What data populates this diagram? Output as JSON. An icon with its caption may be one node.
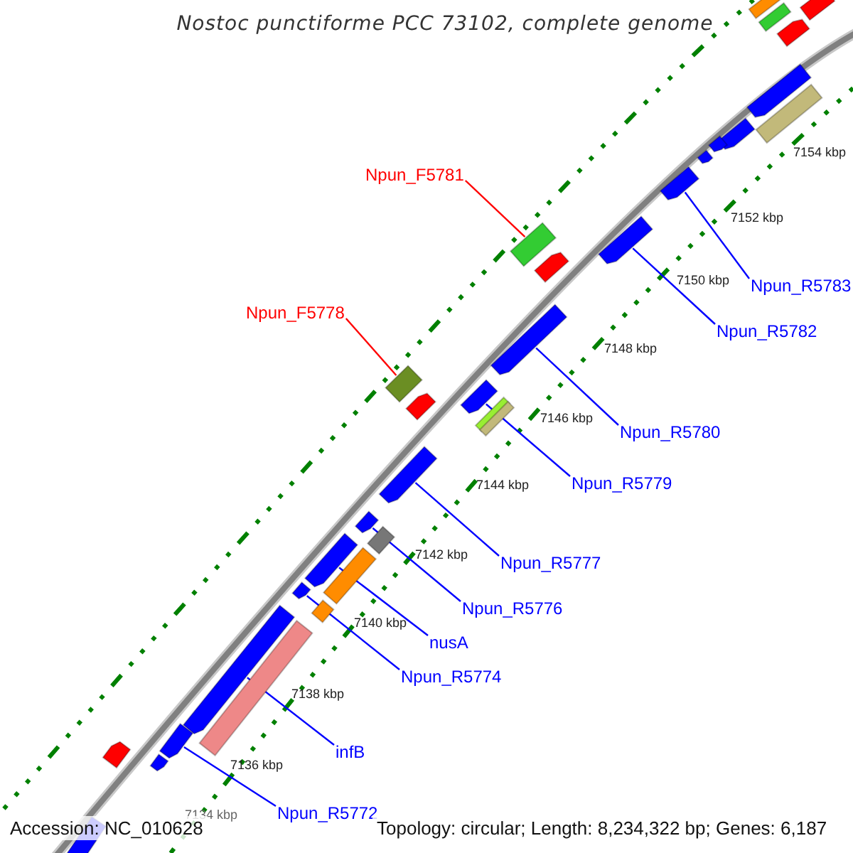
{
  "diagram": {
    "title": "Nostoc punctiforme PCC 73102, complete genome",
    "nodes": [
      {
        "text": [
          "Npun_F5781"
        ]
      },
      {
        "text": [
          "Npun_R5783"
        ]
      },
      {
        "text": [
          "Npun_F5778"
        ]
      },
      {
        "text": [
          "Npun_R5782"
        ]
      },
      {
        "text": [
          "Npun_R5780"
        ]
      },
      {
        "text": [
          "Npun_R5779"
        ]
      },
      {
        "text": [
          "Npun_R5777"
        ]
      },
      {
        "text": [
          "Npun_R5776"
        ]
      },
      {
        "text": [
          "nusA"
        ]
      },
      {
        "text": [
          "Npun_R5774"
        ]
      },
      {
        "text": [
          "infB"
        ]
      },
      {
        "text": [
          "Npun_R5772"
        ]
      },
      {
        "text": [],
        "shape": "bar"
      },
      {
        "text": [],
        "shape": "arrow"
      },
      {
        "text": [],
        "shape": "bar"
      },
      {
        "text": [],
        "shape": "arrow"
      },
      {
        "text": [],
        "shape": "arrow"
      },
      {
        "text": [],
        "shape": "arrow"
      },
      {
        "text": [],
        "shape": "arrow"
      },
      {
        "text": [],
        "shape": "arrow"
      },
      {
        "text": [],
        "shape": "arrow"
      },
      {
        "text": [],
        "shape": "arrow"
      },
      {
        "text": [],
        "shape": "arrow"
      },
      {
        "text": [],
        "shape": "arrow"
      },
      {
        "text": [],
        "shape": "bar"
      },
      {
        "text": [],
        "shape": "bar"
      },
      {
        "text": [],
        "shape": "arrow"
      },
      {
        "text": [],
        "shape": "arrow"
      },
      {
        "text": [],
        "shape": "arrow"
      },
      {
        "text": [],
        "shape": "bar"
      },
      {
        "text": [],
        "shape": "arrow"
      },
      {
        "text": [],
        "shape": "arrow"
      },
      {
        "text": [],
        "shape": "arrow"
      },
      {
        "text": [],
        "shape": "arrow"
      },
      {
        "text": [],
        "shape": "arrow"
      },
      {
        "text": [],
        "shape": "bar"
      },
      {
        "text": [],
        "shape": "bar"
      },
      {
        "text": [],
        "shape": "bar"
      },
      {
        "text": [],
        "shape": "bar"
      },
      {
        "text": [],
        "shape": "bar"
      },
      {
        "text": [],
        "shape": "arrow"
      },
      {
        "text": [],
        "shape": "arrow"
      },
      {
        "text": [],
        "shape": "arrow"
      }
    ],
    "edges": [
      {
        "from": 0,
        "to": 12,
        "arrow": "none",
        "color": "#ff0000"
      },
      {
        "from": 1,
        "to": 13,
        "arrow": "none"
      },
      {
        "from": 2,
        "to": 14,
        "arrow": "none",
        "color": "#ff0000"
      },
      {
        "from": 3,
        "to": 15,
        "arrow": "none"
      },
      {
        "from": 4,
        "to": 16,
        "arrow": "none"
      },
      {
        "from": 5,
        "to": 17,
        "arrow": "none"
      },
      {
        "from": 6,
        "to": 18,
        "arrow": "none"
      },
      {
        "from": 7,
        "to": 19,
        "arrow": "none"
      },
      {
        "from": 8,
        "to": 20,
        "arrow": "none"
      },
      {
        "from": 9,
        "to": 21,
        "arrow": "none"
      },
      {
        "from": 10,
        "to": 22,
        "arrow": "none"
      },
      {
        "from": 11,
        "to": 23,
        "arrow": "none"
      }
    ],
    "labels": [
      "7154 kbp",
      "7152 kbp",
      "7150 kbp",
      "7148 kbp",
      "7146 kbp",
      "7144 kbp",
      "7142 kbp",
      "7140 kbp",
      "7138 kbp",
      "7136 kbp",
      "7134 kbp",
      "Accession: NC_010628",
      "Topology: circular; Length: 8,234,322 bp; Genes: 6,187"
    ]
  }
}
